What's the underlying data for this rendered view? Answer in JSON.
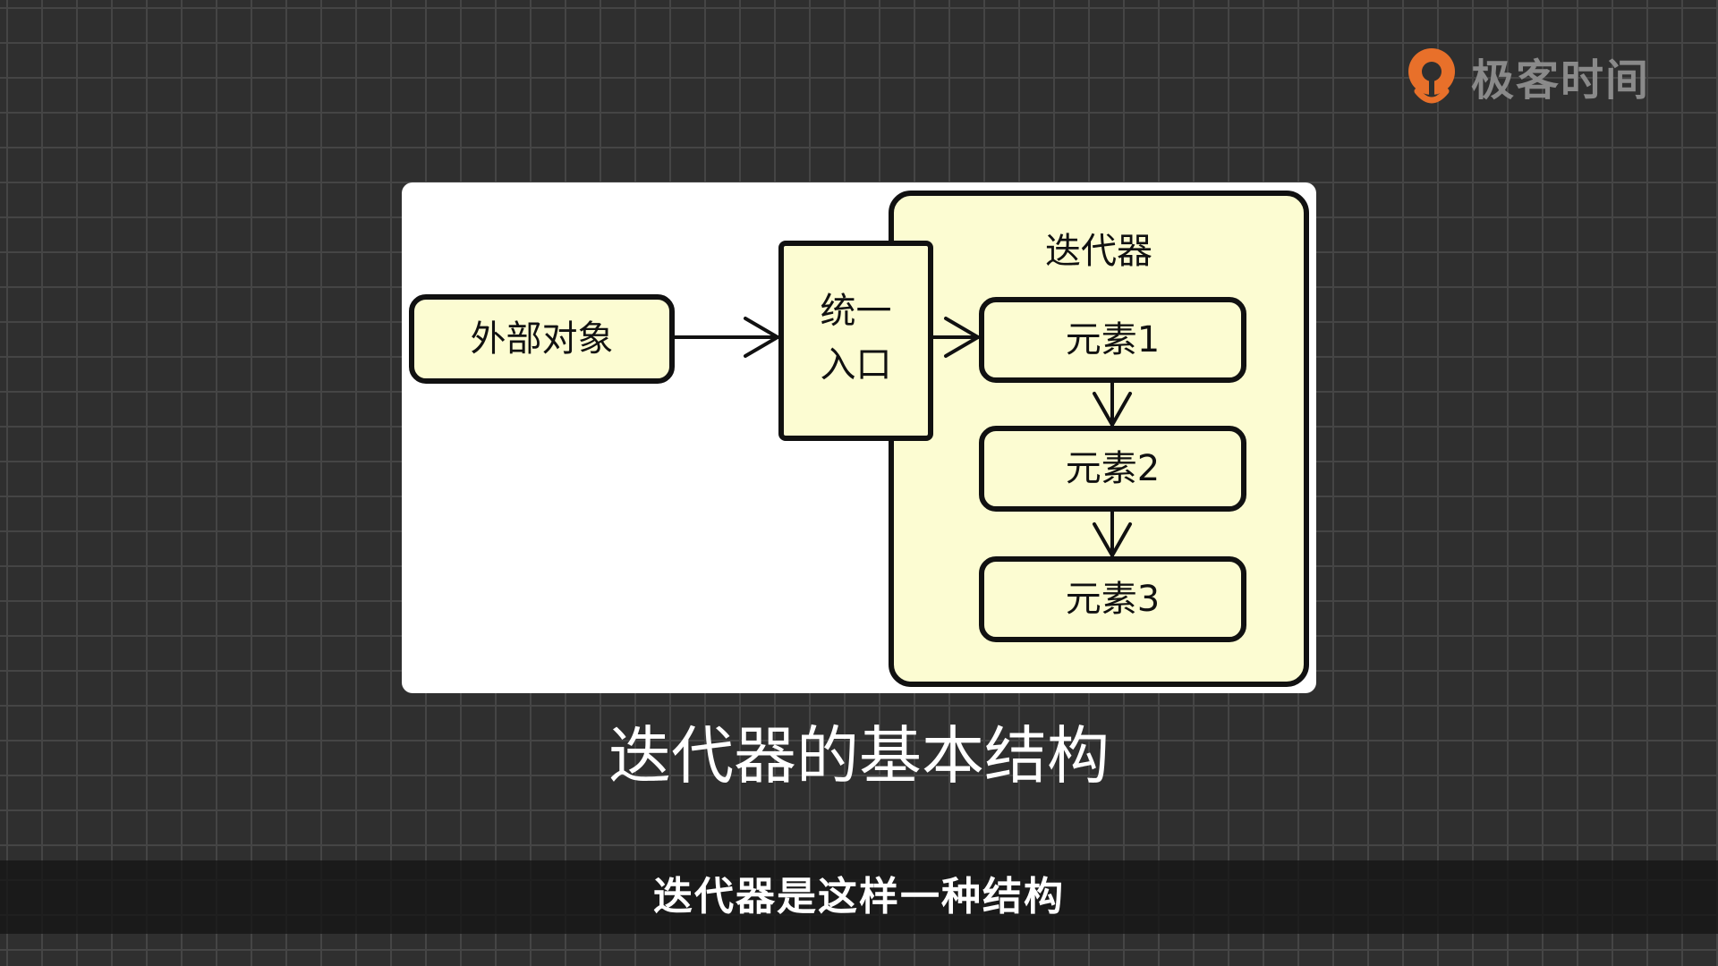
{
  "logo": {
    "text": "极客时间",
    "icon": "geektime-logo-icon",
    "accent_color": "#e8702a"
  },
  "diagram": {
    "container_label": "迭代器",
    "external_object": "外部对象",
    "unified_entry_line1": "统一",
    "unified_entry_line2": "入口",
    "elements": [
      "元素1",
      "元素2",
      "元素3"
    ],
    "fill_color": "#fcfcd2",
    "stroke_color": "#111111"
  },
  "caption": "迭代器的基本结构",
  "subtitle": "迭代器是这样一种结构"
}
